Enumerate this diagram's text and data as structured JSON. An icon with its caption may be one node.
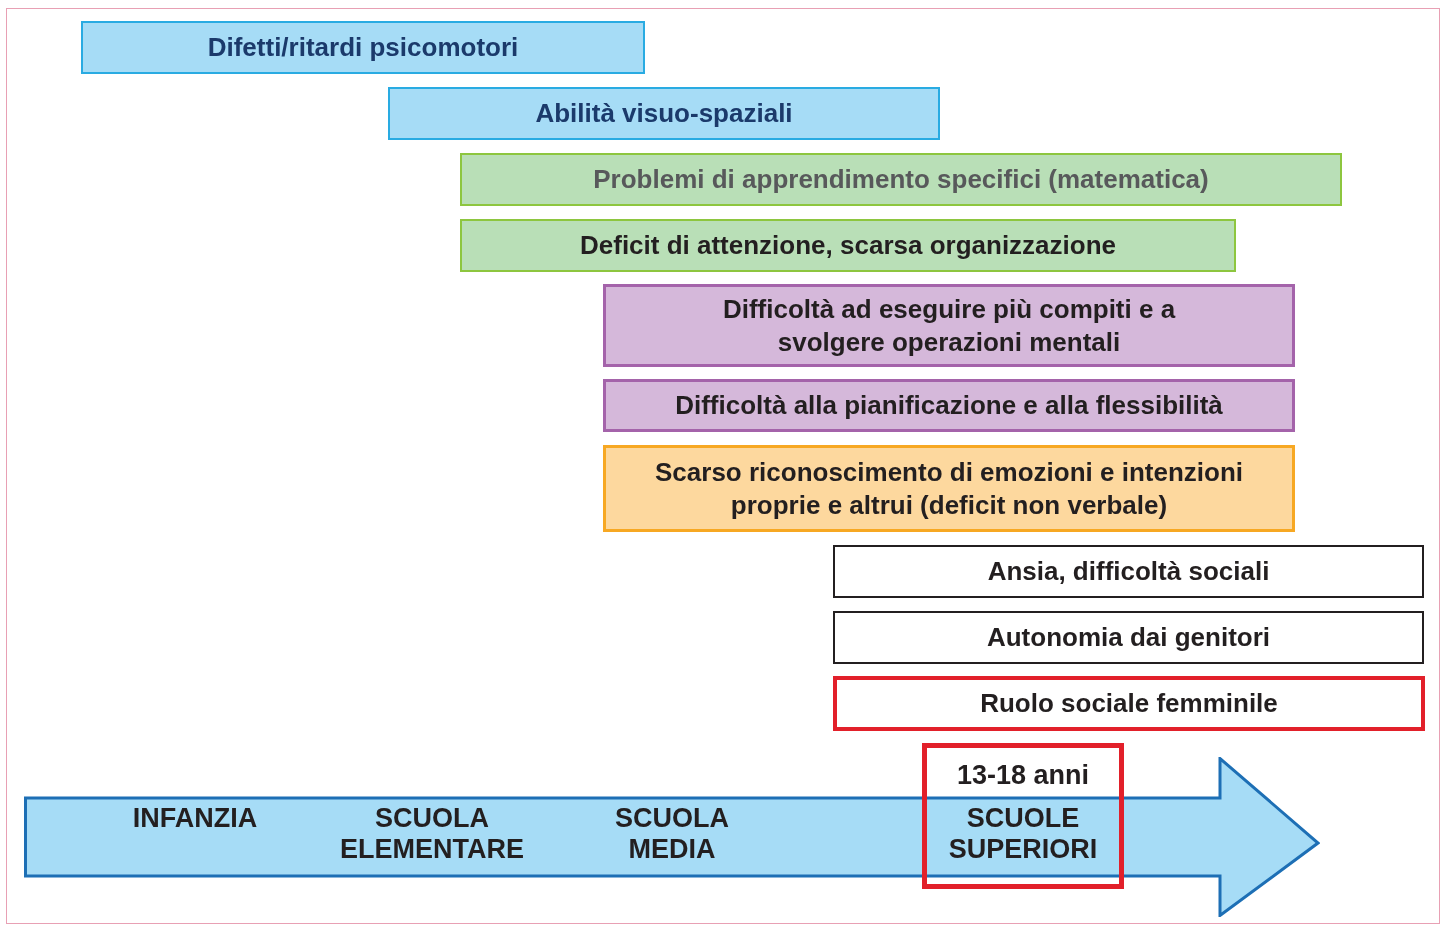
{
  "diagram": {
    "nodes": [
      {
        "text": [
          "Difetti/ritardi psicomotori"
        ]
      },
      {
        "text": [
          "Abilità visuo-spaziali"
        ]
      },
      {
        "text": [
          "Problemi di apprendimento specifici (matematica)"
        ]
      },
      {
        "text": [
          "Deficit di attenzione, scarsa organizzazione"
        ]
      },
      {
        "text": [
          "Difficoltà ad eseguire più compiti e a svolgere operazioni mentali"
        ]
      },
      {
        "text": [
          "Difficoltà alla pianificazione e alla flessibilità"
        ]
      },
      {
        "text": [
          "Scarso riconoscimento di emozioni e intenzioni proprie e altrui (deficit non verbale)"
        ]
      },
      {
        "text": [
          "Ansia, difficoltà sociali"
        ]
      },
      {
        "text": [
          "Autonomia dai genitori"
        ]
      },
      {
        "text": [
          "Ruolo sociale femminile"
        ]
      },
      {
        "text": [
          "INFANZIA",
          "SCUOLA ELEMENTARE",
          "SCUOLA MEDIA"
        ]
      },
      {
        "text": [
          "13-18 anni",
          "SCUOLE SUPERIORI"
        ]
      }
    ]
  }
}
